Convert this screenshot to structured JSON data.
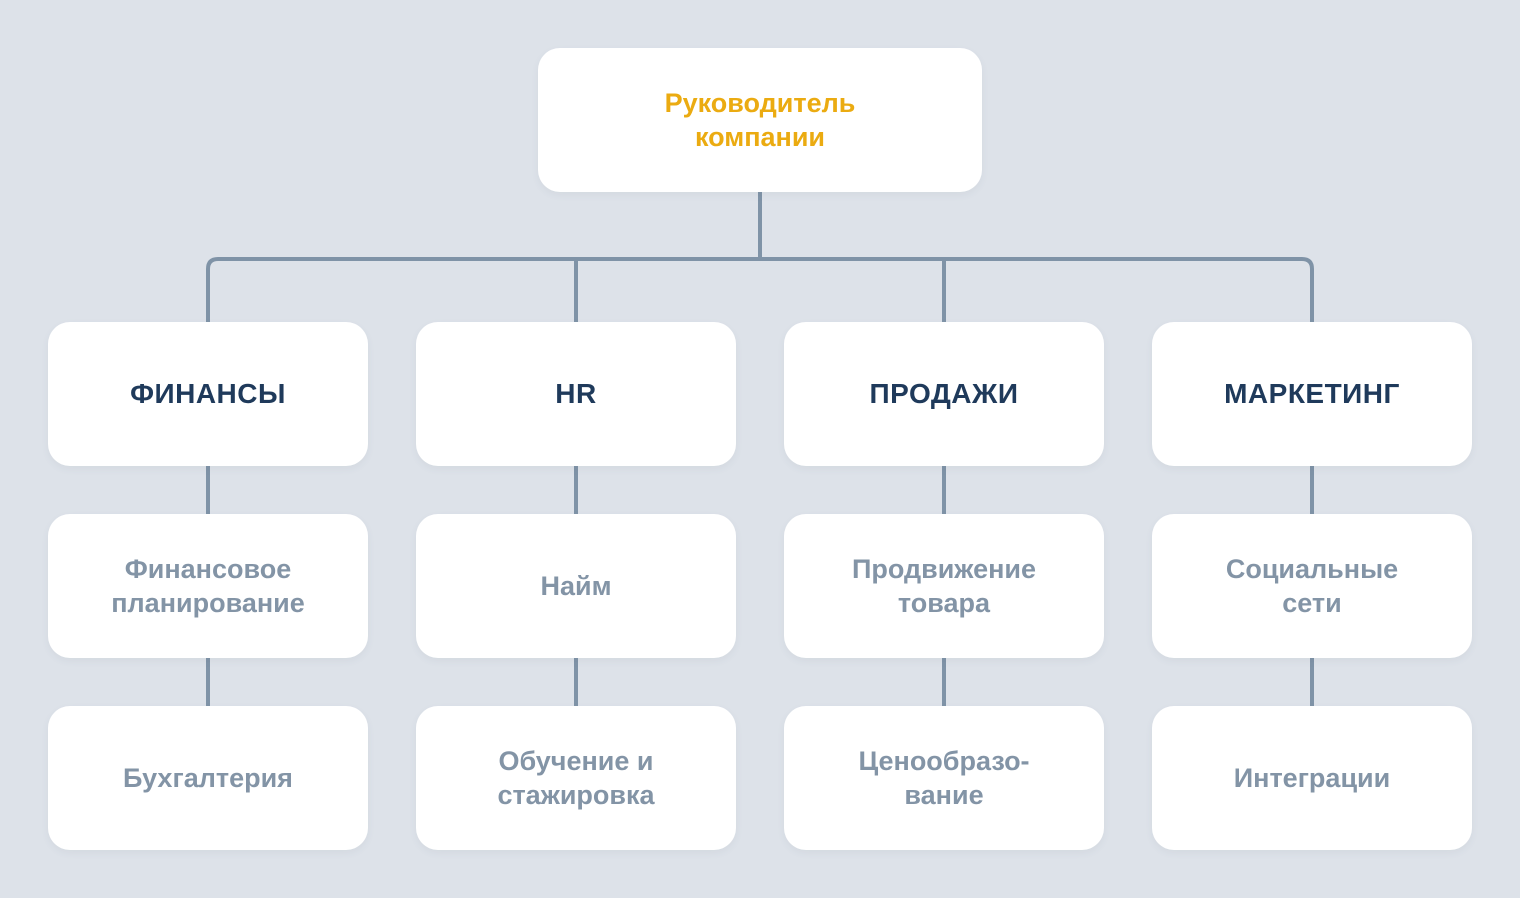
{
  "root": {
    "label": "Руководитель\nкомпании"
  },
  "departments": [
    {
      "label": "ФИНАНСЫ",
      "subunits": [
        "Финансовое\nпланирование",
        "Бухгалтерия"
      ]
    },
    {
      "label": "HR",
      "subunits": [
        "Найм",
        "Обучение и\nстажировка"
      ]
    },
    {
      "label": "ПРОДАЖИ",
      "subunits": [
        "Продвижение\nтовара",
        "Ценообразо-\nвание"
      ]
    },
    {
      "label": "МАРКЕТИНГ",
      "subunits": [
        "Социальные\nсети",
        "Интеграции"
      ]
    }
  ],
  "colors": {
    "background": "#dde2e9",
    "node": "#ffffff",
    "connector": "#7f93a7",
    "root_text": "#ebab11",
    "department_text": "#1f3a5b",
    "subunit_text": "#8394a6"
  }
}
